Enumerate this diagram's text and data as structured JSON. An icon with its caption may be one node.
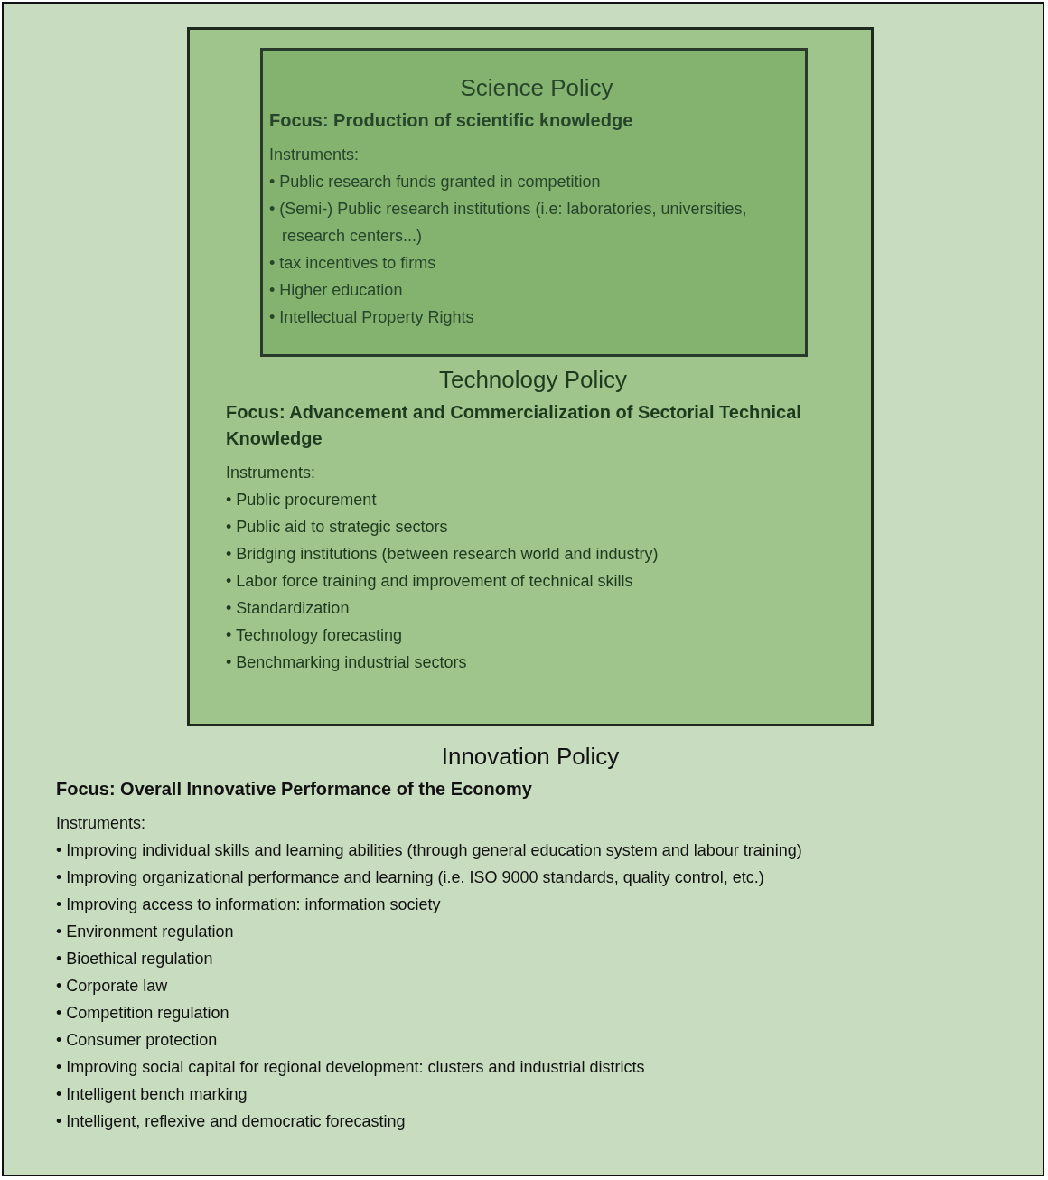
{
  "diagram": {
    "nodes": [
      {
        "text": [
          "Innovation Policy",
          "Focus: Overall Innovative Performance of the Economy",
          "Instruments:",
          "• Improving individual skills and learning abilities (through general education system and labour training)",
          "• Improving organizational performance and learning (i.e. ISO 9000 standards, quality control, etc.)",
          "• Improving access to information: information society",
          "• Environment regulation",
          "• Bioethical regulation",
          "• Corporate law",
          "• Competition regulation",
          "• Consumer protection",
          "• Improving social capital for regional development: clusters and industrial districts",
          "• Intelligent bench marking",
          "• Intelligent, reflexive and democratic forecasting"
        ]
      },
      {
        "text": [
          "Technology Policy",
          "Focus: Advancement and Commercialization of Sectorial Technical Knowledge",
          "Instruments:",
          "• Public procurement",
          "• Public aid to strategic sectors",
          "• Bridging institutions (between research world and industry)",
          "• Labor force training and improvement of technical skills",
          "• Standardization",
          "• Technology forecasting",
          "• Benchmarking industrial sectors"
        ],
        "in": 0
      },
      {
        "text": [
          "Science Policy",
          "Focus: Production of scientific knowledge",
          "Instruments:",
          "• Public research funds granted in competition",
          "• (Semi-) Public research institutions (i.e: laboratories, universities, research centers...)",
          "• tax incentives to firms",
          "• Higher education",
          "• Intellectual Property Rights"
        ],
        "in": 1
      }
    ]
  }
}
